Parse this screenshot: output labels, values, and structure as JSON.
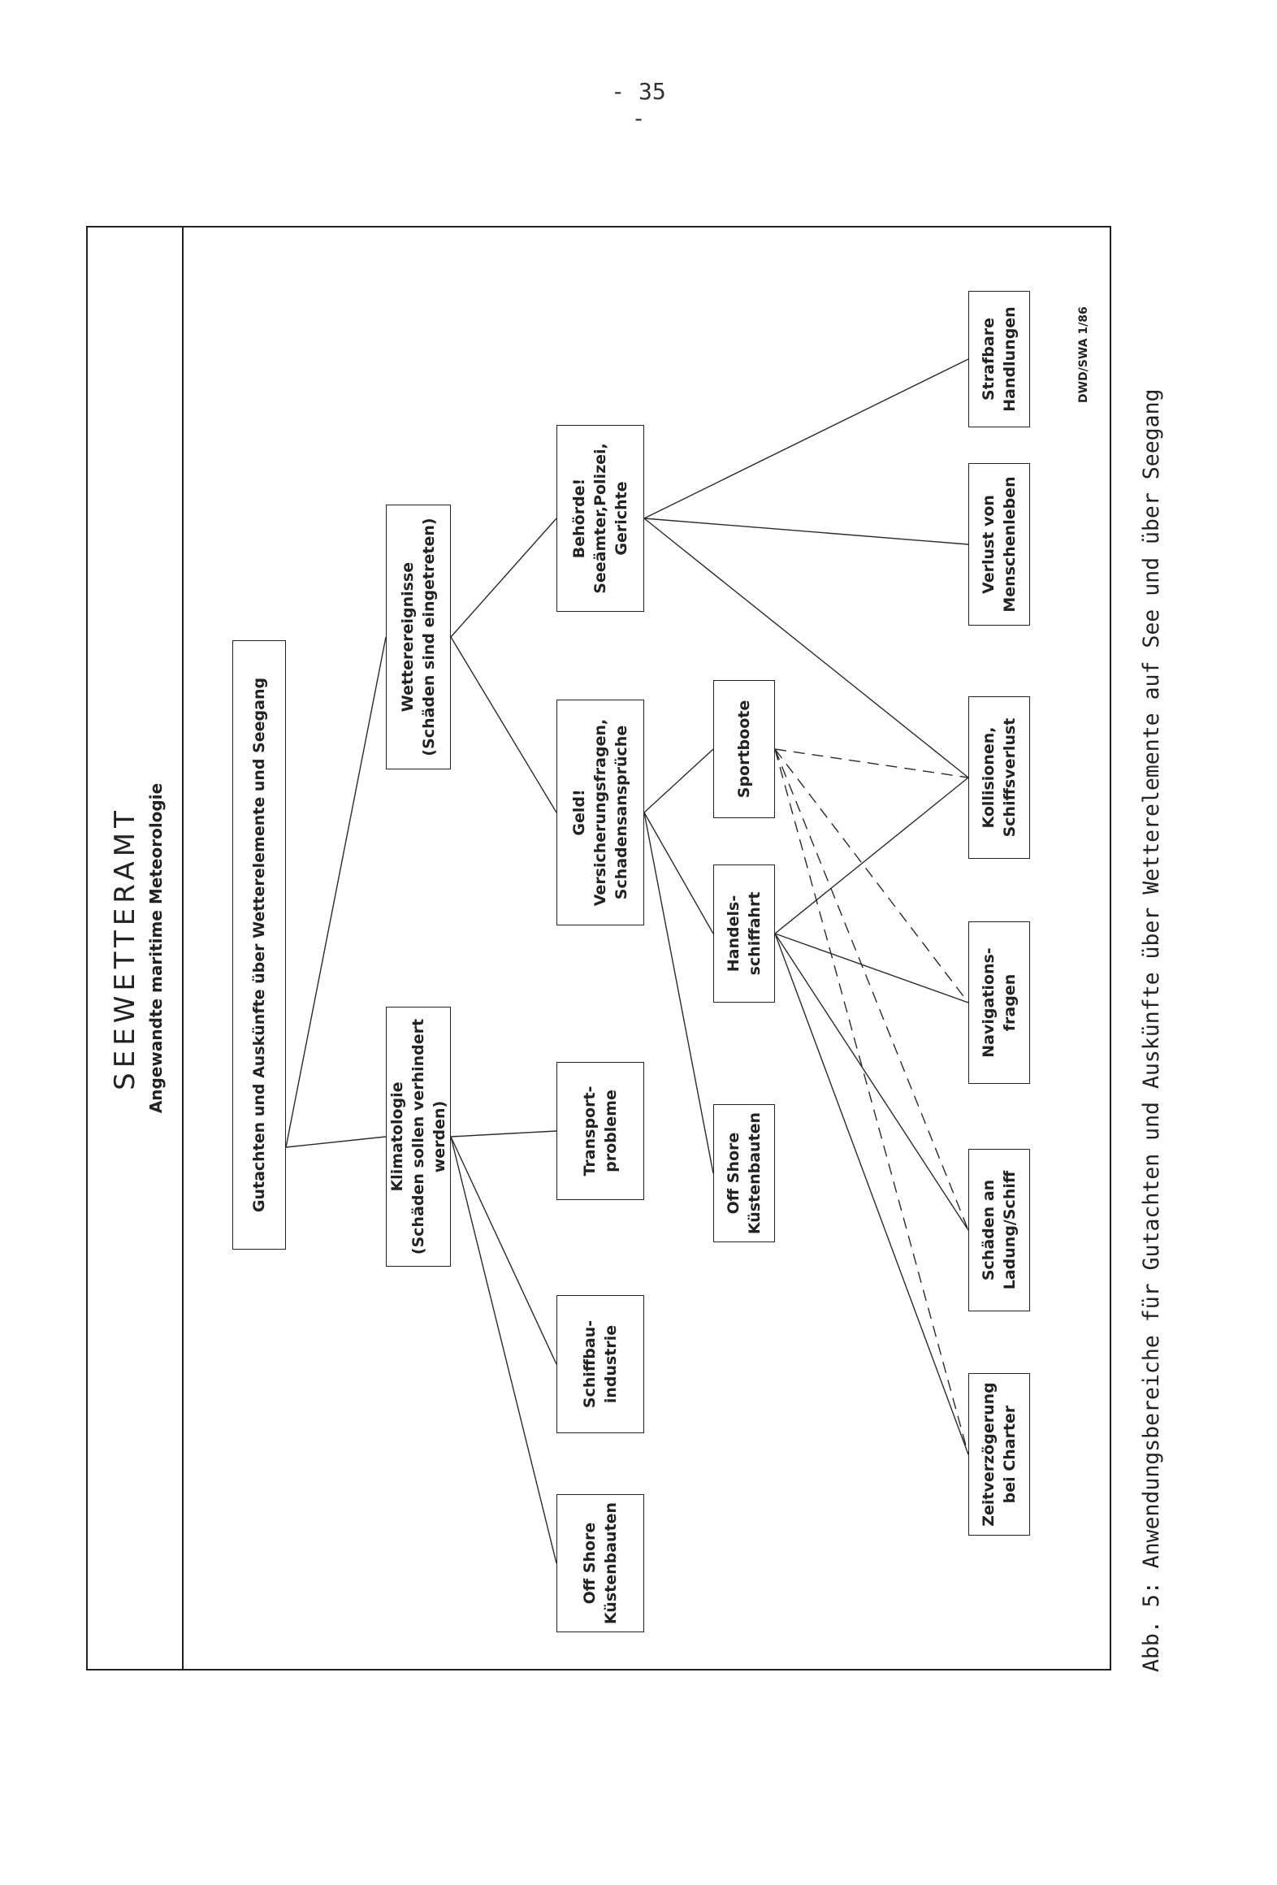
{
  "page_number": "- 35 -",
  "header": {
    "title": "SEEWETTERAMT",
    "subtitle": "Angewandte maritime Meteorologie"
  },
  "nodes": {
    "root": "Gutachten und Auskünfte über Wetterelemente und Seegang",
    "klimatologie": "Klimatologie\n(Schäden sollen verhindert werden)",
    "wetterereignisse": "Wetterereignisse\n(Schäden sind eingetreten)",
    "offshore_left": "Off Shore\nKüstenbauten",
    "schiffbau": "Schiffbau-\nindustrie",
    "transport": "Transport-\nprobleme",
    "geld": "Geld!\nVersicherungsfragen,\nSchadensansprüche",
    "behoerde": "Behörde!\nSeeämter,Polizei,\nGerichte",
    "offshore_mid": "Off Shore\nKüstenbauten",
    "handel": "Handels-\nschiffahrt",
    "sportboote": "Sportboote",
    "zeitverz": "Zeitverzögerung\nbei Charter",
    "schaeden": "Schäden an\nLadung/Schiff",
    "navigation": "Navigations-\nfragen",
    "kollision": "Kollisionen,\nSchiffsverlust",
    "verlust": "Verlust von\nMenschenleben",
    "strafbar": "Strafbare\nHandlungen"
  },
  "edges": [
    {
      "from": "root",
      "to": "klimatologie",
      "style": "solid"
    },
    {
      "from": "root",
      "to": "wetterereignisse",
      "style": "solid"
    },
    {
      "from": "klimatologie",
      "to": "offshore_left",
      "style": "solid"
    },
    {
      "from": "klimatologie",
      "to": "schiffbau",
      "style": "solid"
    },
    {
      "from": "klimatologie",
      "to": "transport",
      "style": "solid"
    },
    {
      "from": "wetterereignisse",
      "to": "geld",
      "style": "solid"
    },
    {
      "from": "wetterereignisse",
      "to": "behoerde",
      "style": "solid"
    },
    {
      "from": "geld",
      "to": "offshore_mid",
      "style": "solid"
    },
    {
      "from": "geld",
      "to": "handel",
      "style": "solid"
    },
    {
      "from": "geld",
      "to": "sportboote",
      "style": "solid"
    },
    {
      "from": "handel",
      "to": "zeitverz",
      "style": "solid"
    },
    {
      "from": "handel",
      "to": "schaeden",
      "style": "solid"
    },
    {
      "from": "handel",
      "to": "navigation",
      "style": "solid"
    },
    {
      "from": "handel",
      "to": "kollision",
      "style": "solid"
    },
    {
      "from": "behoerde",
      "to": "kollision",
      "style": "solid"
    },
    {
      "from": "behoerde",
      "to": "verlust",
      "style": "solid"
    },
    {
      "from": "behoerde",
      "to": "strafbar",
      "style": "solid"
    },
    {
      "from": "sportboote",
      "to": "zeitverz",
      "style": "dashed"
    },
    {
      "from": "sportboote",
      "to": "schaeden",
      "style": "dashed"
    },
    {
      "from": "sportboote",
      "to": "navigation",
      "style": "dashed"
    },
    {
      "from": "sportboote",
      "to": "kollision",
      "style": "dashed"
    }
  ],
  "code": "DWD/SWA 1/86",
  "caption": "Abb. 5: Anwendungsbereiche für Gutachten und Auskünfte über Wetterelemente auf See und über Seegang"
}
